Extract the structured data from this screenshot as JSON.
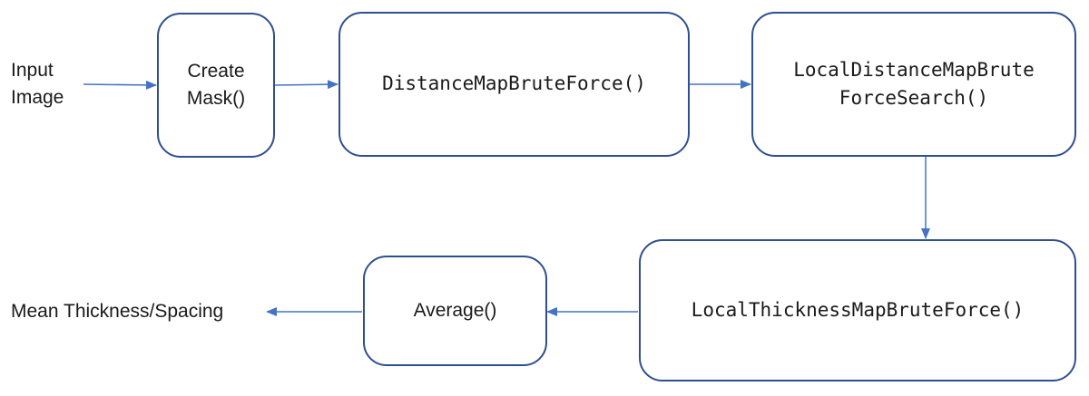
{
  "colors": {
    "arrow": "#4472c4",
    "box_border": "#2f4f8f",
    "text": "#1a1a1a"
  },
  "input_label": "Input\nImage",
  "output_label": "Mean Thickness/Spacing",
  "nodes": {
    "create_mask": "Create\nMask()",
    "distance_map": "DistanceMapBruteForce()",
    "local_distance_map": "LocalDistanceMapBrute\nForceSearch()",
    "local_thickness_map": "LocalThicknessMapBruteForce()",
    "average": "Average()"
  }
}
